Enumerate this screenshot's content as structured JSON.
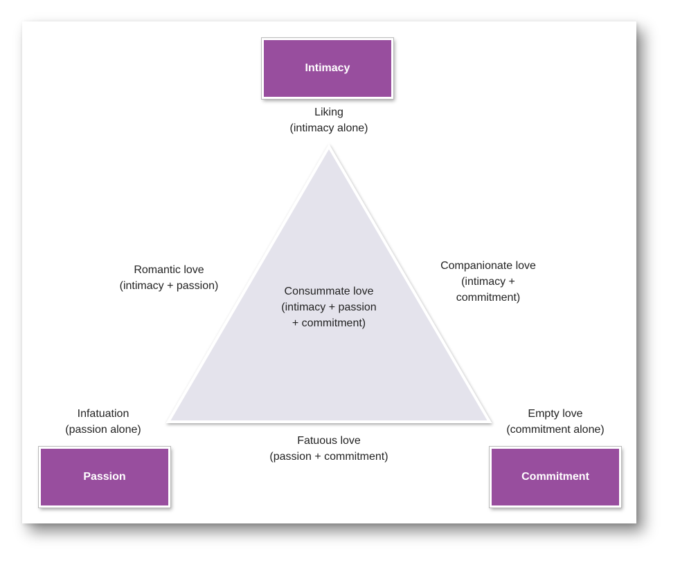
{
  "colors": {
    "box_fill": "#984e9e",
    "triangle_fill": "#e4e3ec",
    "triangle_stroke": "#ffffff"
  },
  "vertices": {
    "intimacy": "Intimacy",
    "passion": "Passion",
    "commitment": "Commitment"
  },
  "labels": {
    "liking": {
      "line1": "Liking",
      "line2": "(intimacy alone)"
    },
    "romantic": {
      "line1": "Romantic love",
      "line2": "(intimacy + passion)"
    },
    "companionate": {
      "line1": "Companionate love",
      "line2": "(intimacy +",
      "line3": "commitment)"
    },
    "consummate": {
      "line1": "Consummate love",
      "line2": "(intimacy + passion",
      "line3": "+ commitment)"
    },
    "infatuation": {
      "line1": "Infatuation",
      "line2": "(passion alone)"
    },
    "empty": {
      "line1": "Empty love",
      "line2": "(commitment alone)"
    },
    "fatuous": {
      "line1": "Fatuous love",
      "line2": "(passion + commitment)"
    }
  }
}
